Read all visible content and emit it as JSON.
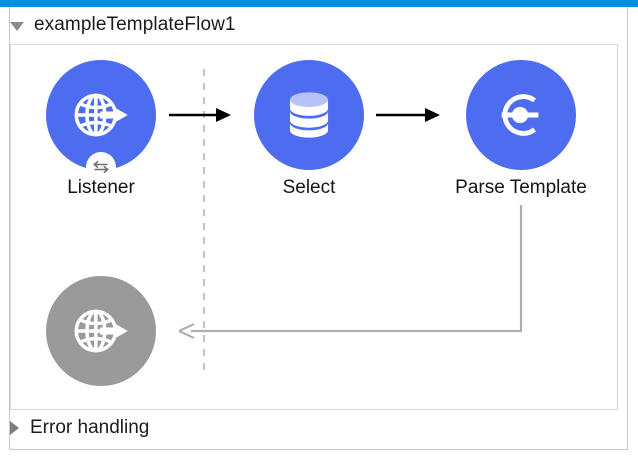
{
  "theme": {
    "accent_bar_color": "#0091e2",
    "node_blue": "#4e6cf0",
    "node_gray": "#9a9a9a",
    "connector_black": "#000000",
    "connector_gray": "#b0b0b0",
    "border_gray": "#c9c9c9",
    "text_color": "#1c1c1c"
  },
  "flow": {
    "title": "exampleTemplateFlow1",
    "expand_toggle_icon": "triangle-down-icon",
    "nodes": [
      {
        "id": "listener",
        "label": "Listener",
        "icon": "globe-arrow-icon",
        "state": "enabled",
        "color": "#4e6cf0",
        "badge_icon": "exchange-arrows-icon"
      },
      {
        "id": "select",
        "label": "Select",
        "icon": "database-icon",
        "state": "enabled",
        "color": "#4e6cf0",
        "badge_icon": ""
      },
      {
        "id": "parse-template",
        "label": "Parse Template",
        "icon": "parse-template-icon",
        "state": "enabled",
        "color": "#4e6cf0",
        "badge_icon": ""
      },
      {
        "id": "listener-response",
        "label": "",
        "icon": "globe-arrow-icon",
        "state": "disabled",
        "color": "#9a9a9a",
        "badge_icon": ""
      }
    ],
    "connectors": [
      {
        "id": "listener-to-select",
        "style": "solid-arrow",
        "color": "#000000"
      },
      {
        "id": "select-to-parse-template",
        "style": "solid-arrow",
        "color": "#000000"
      },
      {
        "id": "parse-template-to-response",
        "style": "solid-arrow",
        "color": "#b0b0b0"
      },
      {
        "id": "source-divider",
        "style": "dashed-vertical",
        "color": "#c4c4c4"
      }
    ]
  },
  "error_handling": {
    "label": "Error handling",
    "expand_toggle_icon": "triangle-right-icon",
    "expanded": false
  }
}
